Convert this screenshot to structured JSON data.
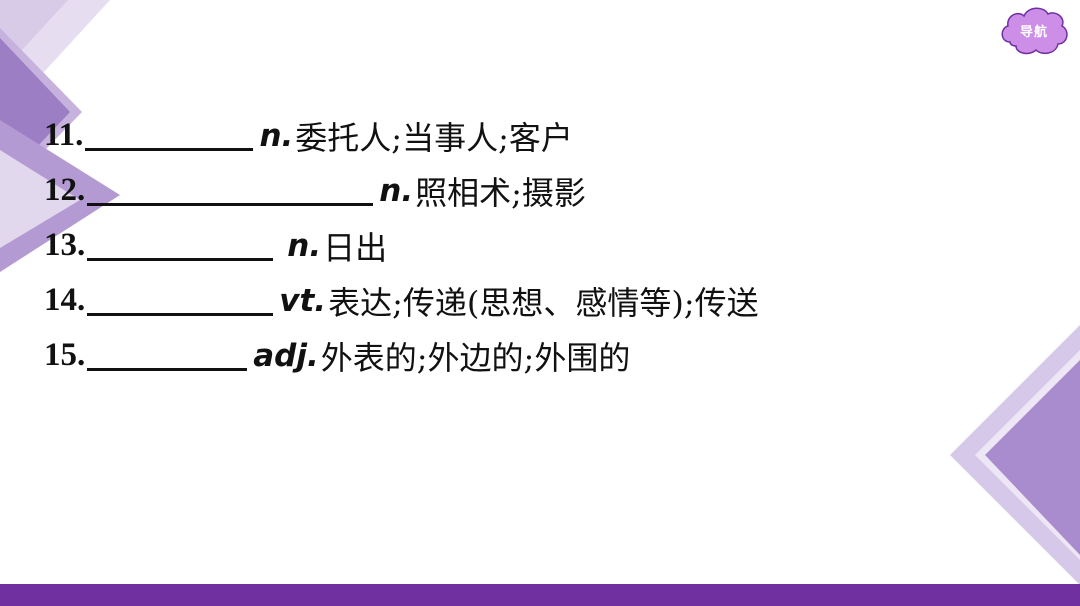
{
  "nav": {
    "label": "导航"
  },
  "colors": {
    "accent": "#7030a0",
    "light_accent": "#b8a2d6",
    "cloud": "#cc8ee6"
  },
  "items": [
    {
      "number": "11.",
      "pos": "n.",
      "meaning": "委托人;当事人;客户"
    },
    {
      "number": "12.",
      "pos": "n.",
      "meaning": "照相术;摄影"
    },
    {
      "number": "13.",
      "pos": "n.",
      "meaning": "日出"
    },
    {
      "number": "14.",
      "pos": "vt.",
      "meaning": "表达;传递(思想、感情等);传送"
    },
    {
      "number": "15.",
      "pos": "adj.",
      "meaning": "外表的;外边的;外围的"
    }
  ]
}
